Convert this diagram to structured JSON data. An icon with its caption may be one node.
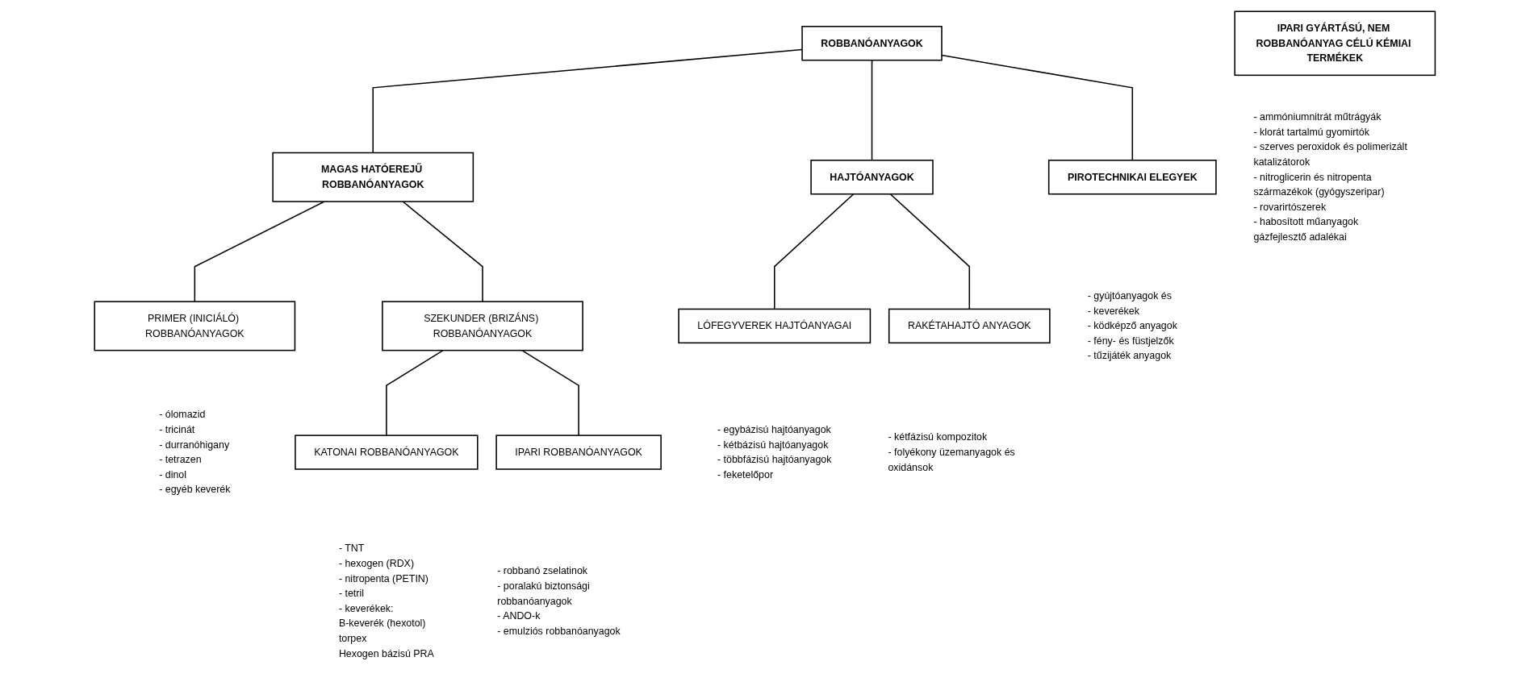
{
  "diagram": {
    "nodes": [
      {
        "text": [
          "ROBBANÓANYAGOK"
        ]
      },
      {
        "text": [
          "MAGAS HATÓEREJŰ ROBBANÓANYAGOK"
        ]
      },
      {
        "text": [
          "HAJTÓANYAGOK"
        ]
      },
      {
        "text": [
          "PIROTECHNIKAI ELEGYEK"
        ],
        "beside": [
          "- gyújtóanyagok és",
          "- keverékek",
          "- ködképző anyagok",
          "- fény- és füstjelzők",
          "- tűzijáték anyagok"
        ]
      },
      {
        "text": [
          "IPARI GYÁRTÁSÚ, NEM ROBBANÓANYAG CÉLÚ KÉMIAI TERMÉKEK"
        ],
        "beside": [
          "- ammóniumnitrát műtrágyák",
          "- klorát tartalmú gyomirtók",
          "- szerves peroxidok és polimerizált katalizátorok",
          "- nitroglicerin és nitropenta származékok (gyógyszeripar)",
          "- rovarirtószerek",
          "- habosított műanyagok gázfejlesztő adalékai"
        ]
      },
      {
        "text": [
          "PRIMER (INICIÁLÓ) ROBBANÓANYAGOK"
        ],
        "beside": [
          "- ólomazid",
          "- tricinát",
          "- durranóhigany",
          "- tetrazen",
          "- dinol",
          "- egyéb keverék"
        ]
      },
      {
        "text": [
          "SZEKUNDER (BRIZÁNS) ROBBANÓANYAGOK"
        ]
      },
      {
        "text": [
          "LÓFEGYVEREK HAJTÓANYAGAI"
        ],
        "beside": [
          "- egybázisú hajtóanyagok",
          "- kétbázisú hajtóanyagok",
          "- többfázisú hajtóanyagok",
          "- feketelőpor"
        ]
      },
      {
        "text": [
          "RAKÉTAHAJTÓ ANYAGOK"
        ],
        "beside": [
          "- kétfázisú kompozitok",
          "- folyékony üzemanyagok és oxidánsok"
        ]
      },
      {
        "text": [
          "KATONAI ROBBANÓANYAGOK"
        ],
        "beside": [
          "- TNT",
          "- hexogen (RDX)",
          "- nitropenta (PETIN)",
          "- tetril",
          "- keverékek:",
          "B-keverék (hexotol)",
          "torpex",
          "Hexogen bázisú PRA"
        ]
      },
      {
        "text": [
          "IPARI ROBBANÓANYAGOK"
        ],
        "beside": [
          "- robbanó zselatinok",
          "- poralakú biztonsági robbanóanyagok",
          "- ANDO-k",
          "- emulziós robbanóanyagok"
        ]
      }
    ],
    "edges": [
      {
        "from": 0,
        "to": 1,
        "arrow": "none"
      },
      {
        "from": 0,
        "to": 2,
        "arrow": "none"
      },
      {
        "from": 0,
        "to": 3,
        "arrow": "none"
      },
      {
        "from": 1,
        "to": 5,
        "arrow": "none"
      },
      {
        "from": 1,
        "to": 6,
        "arrow": "none"
      },
      {
        "from": 2,
        "to": 7,
        "arrow": "none"
      },
      {
        "from": 2,
        "to": 8,
        "arrow": "none"
      },
      {
        "from": 6,
        "to": 9,
        "arrow": "none"
      },
      {
        "from": 6,
        "to": 10,
        "arrow": "none"
      }
    ]
  }
}
